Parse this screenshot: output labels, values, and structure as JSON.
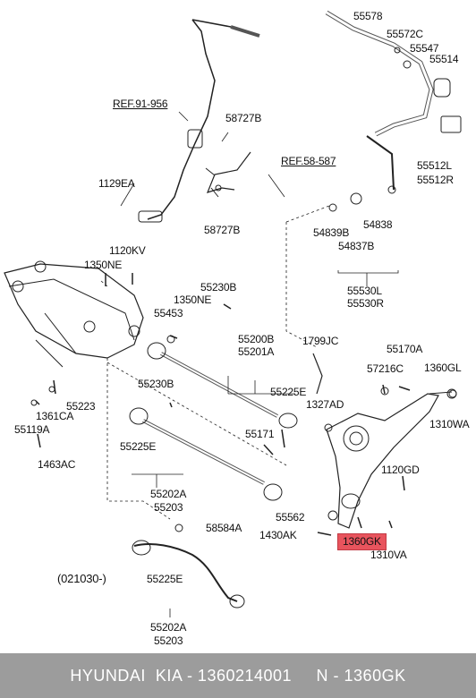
{
  "labels": {
    "l55578": "55578",
    "l55572c": "55572C",
    "l55547": "55547",
    "l55514": "55514",
    "ref91956": "REF.91-956",
    "l58727b_top": "58727B",
    "ref58587": "REF.58-587",
    "l55512l": "55512L",
    "l55512r": "55512R",
    "l1129ea": "1129EA",
    "l54839b": "54839B",
    "l54838": "54838",
    "l54837b": "54837B",
    "l58727b_bottom": "58727B",
    "l1120kv": "1120KV",
    "l1350ne_left": "1350NE",
    "l55230b_top": "55230B",
    "l1350ne_mid": "1350NE",
    "l55453": "55453",
    "l55530l": "55530L",
    "l55530r": "55530R",
    "l55200b": "55200B",
    "l55201a": "55201A",
    "l1799jc": "1799JC",
    "l55170a": "55170A",
    "l57216c": "57216C",
    "l1360gl": "1360GL",
    "l55223": "55223",
    "l55230b_mid": "55230B",
    "l55225e_mid": "55225E",
    "l1327ad": "1327AD",
    "l1361ca": "1361CA",
    "l55119a": "55119A",
    "l1310wa": "1310WA",
    "l55171": "55171",
    "l55225e_left": "55225E",
    "l1463ac": "1463AC",
    "l1120gd": "1120GD",
    "l55202a_mid": "55202A",
    "l55203_mid": "55203",
    "l55562": "55562",
    "l58584a": "58584A",
    "l1430ak": "1430AK",
    "l1360gk": "1360GK",
    "l1310va": "1310VA",
    "l021030": "(021030-)",
    "l55225e_bottom": "55225E",
    "l55202a_bottom": "55202A",
    "l55203_bottom": "55203"
  },
  "highlight_color": "#e8545d",
  "footer": {
    "text": "HYUNDAI  KIA - 1360214001     N - 1360GK",
    "background": "#9c9c9c"
  }
}
